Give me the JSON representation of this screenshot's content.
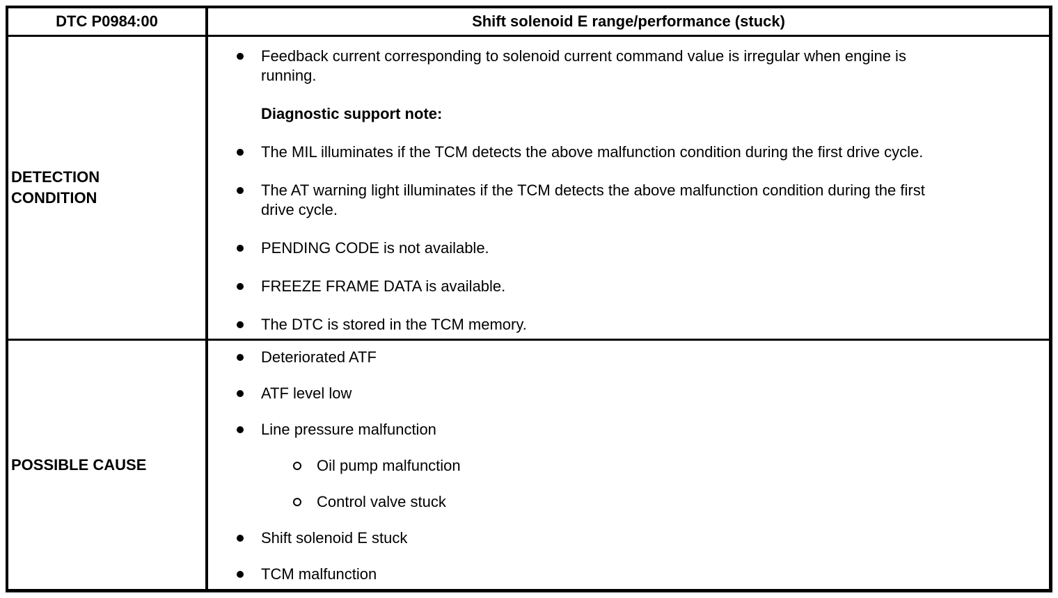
{
  "colors": {
    "border": "#000000",
    "text": "#000000",
    "background": "#ffffff"
  },
  "table": {
    "header": {
      "dtc_code": "DTC P0984:00",
      "title": "Shift solenoid E range/performance (stuck)"
    },
    "rows": [
      {
        "label": "DETECTION CONDITION",
        "items": [
          {
            "type": "bullet",
            "text": "Feedback current corresponding to solenoid current command value is irregular when engine is\nrunning."
          },
          {
            "type": "note",
            "text": "Diagnostic support note:"
          },
          {
            "type": "bullet",
            "text": "The MIL illuminates if the TCM detects the above malfunction condition during the first drive cycle."
          },
          {
            "type": "bullet",
            "text": "The AT warning light illuminates if the TCM detects the above malfunction condition during the first\ndrive cycle."
          },
          {
            "type": "bullet",
            "text": "PENDING CODE is not available."
          },
          {
            "type": "bullet",
            "text": "FREEZE FRAME DATA is available."
          },
          {
            "type": "bullet",
            "text": "The DTC is stored in the TCM memory."
          }
        ]
      },
      {
        "label": "POSSIBLE CAUSE",
        "items": [
          {
            "type": "bullet",
            "text": "Deteriorated ATF"
          },
          {
            "type": "bullet",
            "text": "ATF level low"
          },
          {
            "type": "bullet",
            "text": "Line pressure malfunction"
          },
          {
            "type": "sub-bullet",
            "text": "Oil pump malfunction"
          },
          {
            "type": "sub-bullet",
            "text": "Control valve stuck"
          },
          {
            "type": "bullet",
            "text": "Shift solenoid E stuck"
          },
          {
            "type": "bullet",
            "text": "TCM malfunction"
          }
        ]
      }
    ]
  }
}
